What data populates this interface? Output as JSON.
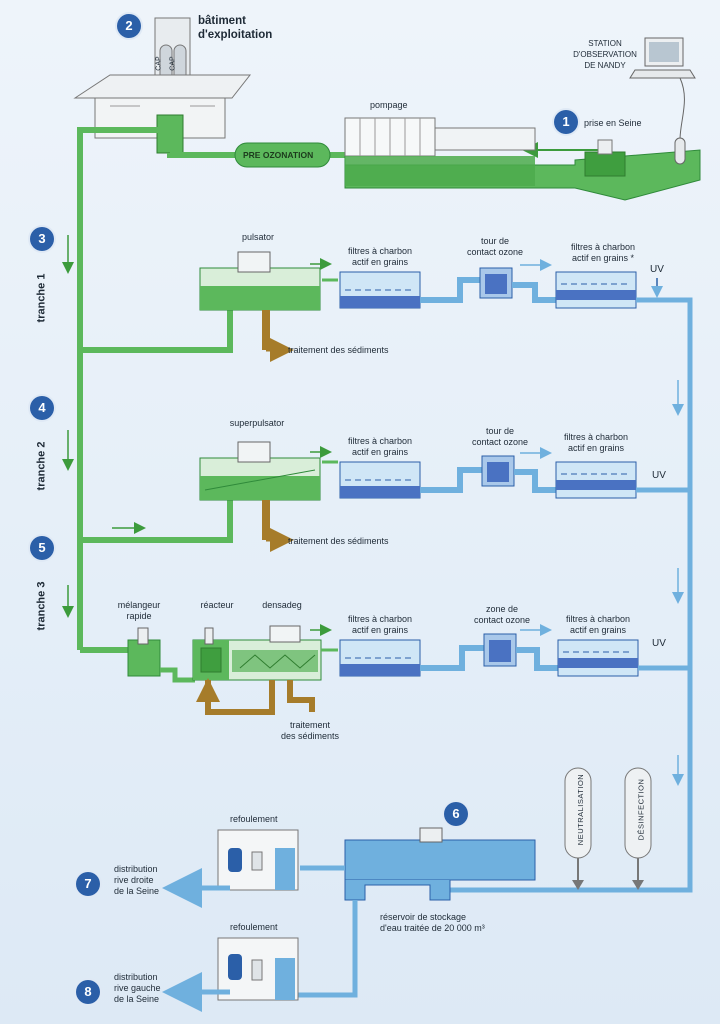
{
  "header": {
    "building": "bâtiment\nd'exploitation",
    "station": "STATION\nD'OBSERVATION\nDE NANDY",
    "pompage": "pompage",
    "prise": "prise en Seine",
    "preozonation": "PRE OZONATION",
    "cap": "CAP"
  },
  "badges": [
    "1",
    "2",
    "3",
    "4",
    "5",
    "6",
    "7",
    "8"
  ],
  "tranches": [
    "tranche 1",
    "tranche 2",
    "tranche 3"
  ],
  "row1": {
    "settler": "pulsator",
    "filter1": "filtres à charbon\nactif en grains",
    "ozone": "tour de\ncontact ozone",
    "filter2": "filtres à charbon\nactif en grains *",
    "uv": "UV",
    "sludge": "traitement des sédiments"
  },
  "row2": {
    "settler": "superpulsator",
    "filter1": "filtres à charbon\nactif en grains",
    "ozone": "tour de\ncontact ozone",
    "filter2": "filtres à charbon\nactif en grains",
    "uv": "UV",
    "sludge": "traitement des sédiments"
  },
  "row3": {
    "mixer": "mélangeur\nrapide",
    "reactor": "réacteur",
    "densadeg": "densadeg",
    "filter1": "filtres à charbon\nactif en grains",
    "ozone": "zone de\ncontact ozone",
    "filter2": "filtres à charbon\nactif en grains",
    "uv": "UV",
    "sludge": "traitement\ndes sédiments"
  },
  "bottom": {
    "neutralisation": "NEUTRALISATION",
    "desinfection": "DÉSINFECTION",
    "refoulement1": "refoulement",
    "refoulement2": "refoulement",
    "reservoir": "réservoir de stockage\nd'eau traitée de 20 000 m³",
    "dist1": "distribution\nrive droite\nde la Seine",
    "dist2": "distribution\nrive gauche\nde la Seine"
  },
  "colors": {
    "green": "#5cb85c",
    "darkgreen": "#2f8a3a",
    "blue": "#6fb0de",
    "darkblue": "#2b5fa8",
    "brown": "#a67c2a"
  }
}
